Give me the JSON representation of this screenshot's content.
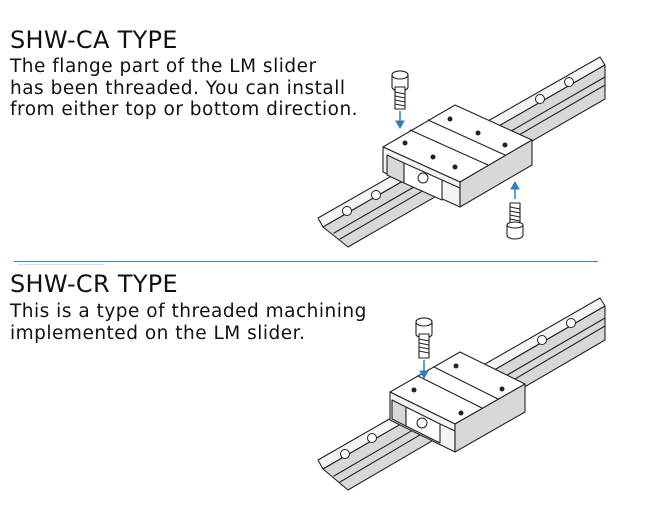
{
  "sections": [
    {
      "title": "SHW-CA TYPE",
      "description_lines": [
        "The flange part of the LM slider",
        "has been threaded. You can install",
        "from either top or bottom direction."
      ]
    },
    {
      "title": "SHW-CR TYPE",
      "description_lines": [
        "This is a type of threaded machining",
        "implemented on the LM slider."
      ]
    }
  ],
  "colors": {
    "divider": "#3a84c4",
    "arrow": "#2f7fc1",
    "line_art": "#222222",
    "text": "#111111"
  },
  "icons": {
    "ca_illustration": "lm-guide-flange-slider-with-bolts-top-and-bottom",
    "cr_illustration": "lm-guide-slider-with-bolt-from-top"
  }
}
